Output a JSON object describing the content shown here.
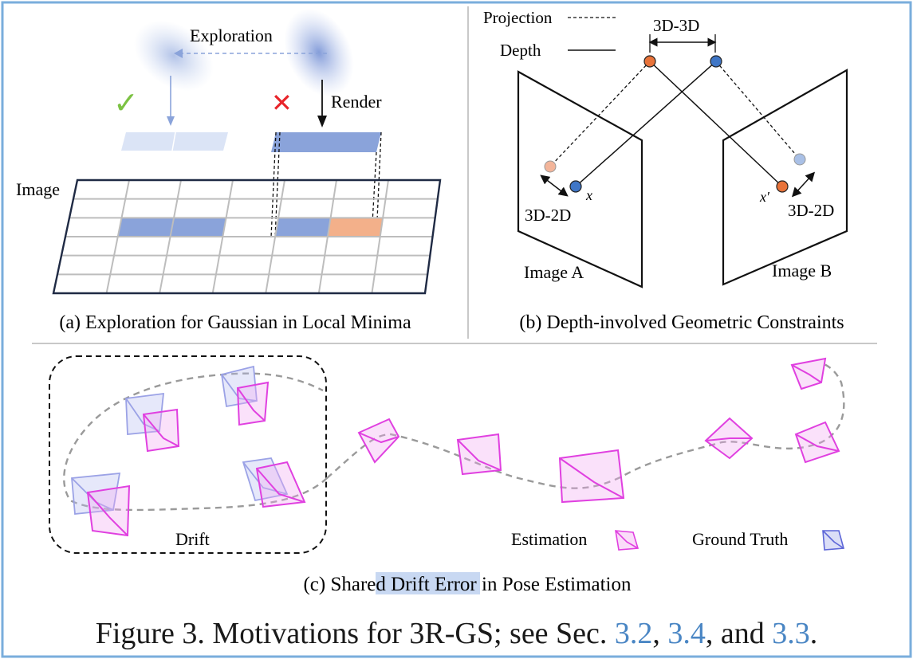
{
  "panel_a": {
    "exploration": "Exploration",
    "render": "Render",
    "image": "Image",
    "caption": "(a) Exploration for Gaussian in Local Minima",
    "check_symbol": "✓",
    "cross_symbol": "✕"
  },
  "panel_b": {
    "projection": "Projection",
    "depth": "Depth",
    "three_d_three_d": "3D-3D",
    "three_d_two_d_left": "3D-2D",
    "three_d_two_d_right": "3D-2D",
    "x": "x",
    "x_prime": "x′",
    "image_a": "Image A",
    "image_b": "Image B",
    "caption": "(b) Depth-involved Geometric Constraints"
  },
  "panel_c": {
    "drift": "Drift",
    "estimation": "Estimation",
    "ground_truth": "Ground Truth",
    "caption_pre": "(c) Shared ",
    "caption_highlight": "Drift Error",
    "caption_post": " in Pose Estimation"
  },
  "title": {
    "text": "Figure 3. Motivations for 3R-GS; see Sec. ",
    "ref1": "3.2",
    "sep1": ", ",
    "ref2": "3.4",
    "sep2": ", and ",
    "ref3": "3.3",
    "end": "."
  },
  "colors": {
    "frame": "#7aaedc",
    "light_blue": "#c5d3ef",
    "mid_blue": "#8aa3da",
    "orange": "#f3b08a",
    "point_orange": "#e8733a",
    "point_blue": "#3f76c6",
    "highlight": "#c8d8f2",
    "estimation": "#e040e0",
    "ground_truth": "#8c8fe0",
    "check": "#7cc243",
    "cross": "#e8242a"
  }
}
